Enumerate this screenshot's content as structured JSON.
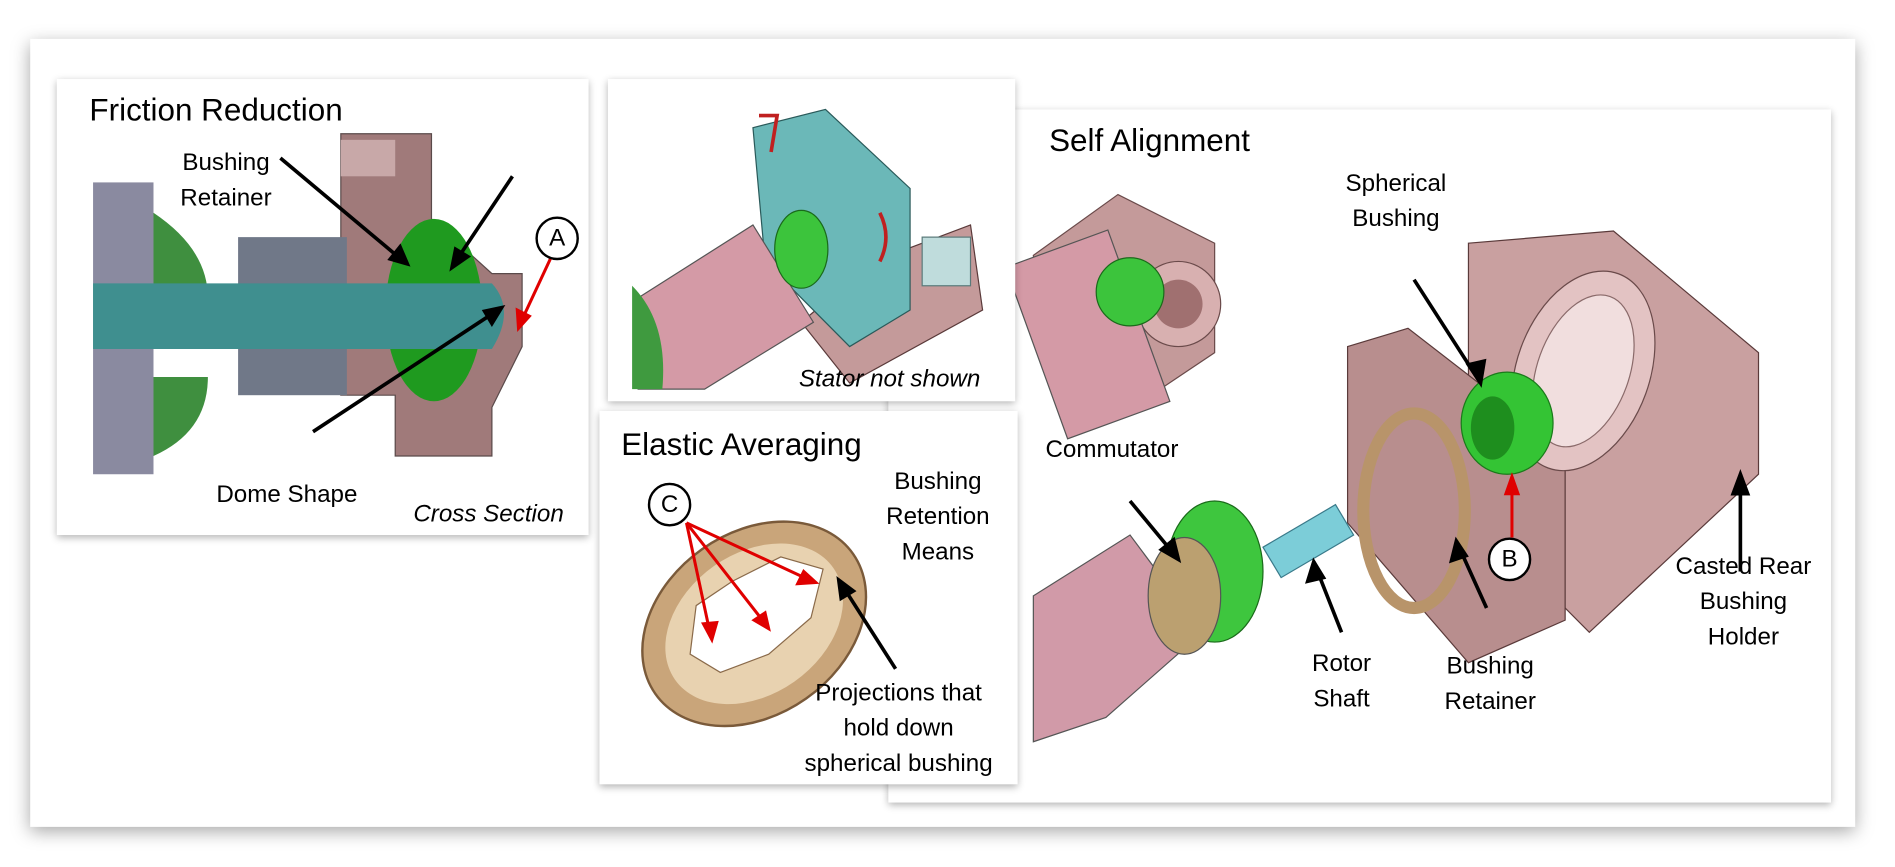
{
  "panels": {
    "friction": {
      "title": "Friction Reduction",
      "labels": {
        "bushing_retainer_1": "Bushing",
        "bushing_retainer_2": "Retainer",
        "dome_shape": "Dome Shape",
        "caption": "Cross Section",
        "marker": "A"
      }
    },
    "stator": {
      "caption": "Stator not shown"
    },
    "elastic": {
      "title": "Elastic Averaging",
      "labels": {
        "marker": "C",
        "retention_1": "Bushing",
        "retention_2": "Retention",
        "retention_3": "Means",
        "proj_1": "Projections that",
        "proj_2": "hold down",
        "proj_3": "spherical bushing"
      }
    },
    "alignment": {
      "title": "Self Alignment",
      "labels": {
        "spherical_1": "Spherical",
        "spherical_2": "Bushing",
        "commutator": "Commutator",
        "rotor_1": "Rotor",
        "rotor_2": "Shaft",
        "retainer_1": "Bushing",
        "retainer_2": "Retainer",
        "holder_1": "Casted Rear",
        "holder_2": "Bushing",
        "holder_3": "Holder",
        "marker": "B"
      }
    }
  },
  "colors": {
    "housing": "#b08a8a",
    "shaft": "#3f8f8f",
    "bushing": "#2a9a2a",
    "arrow_red": "#e00000",
    "retainer": "#b8946a"
  }
}
